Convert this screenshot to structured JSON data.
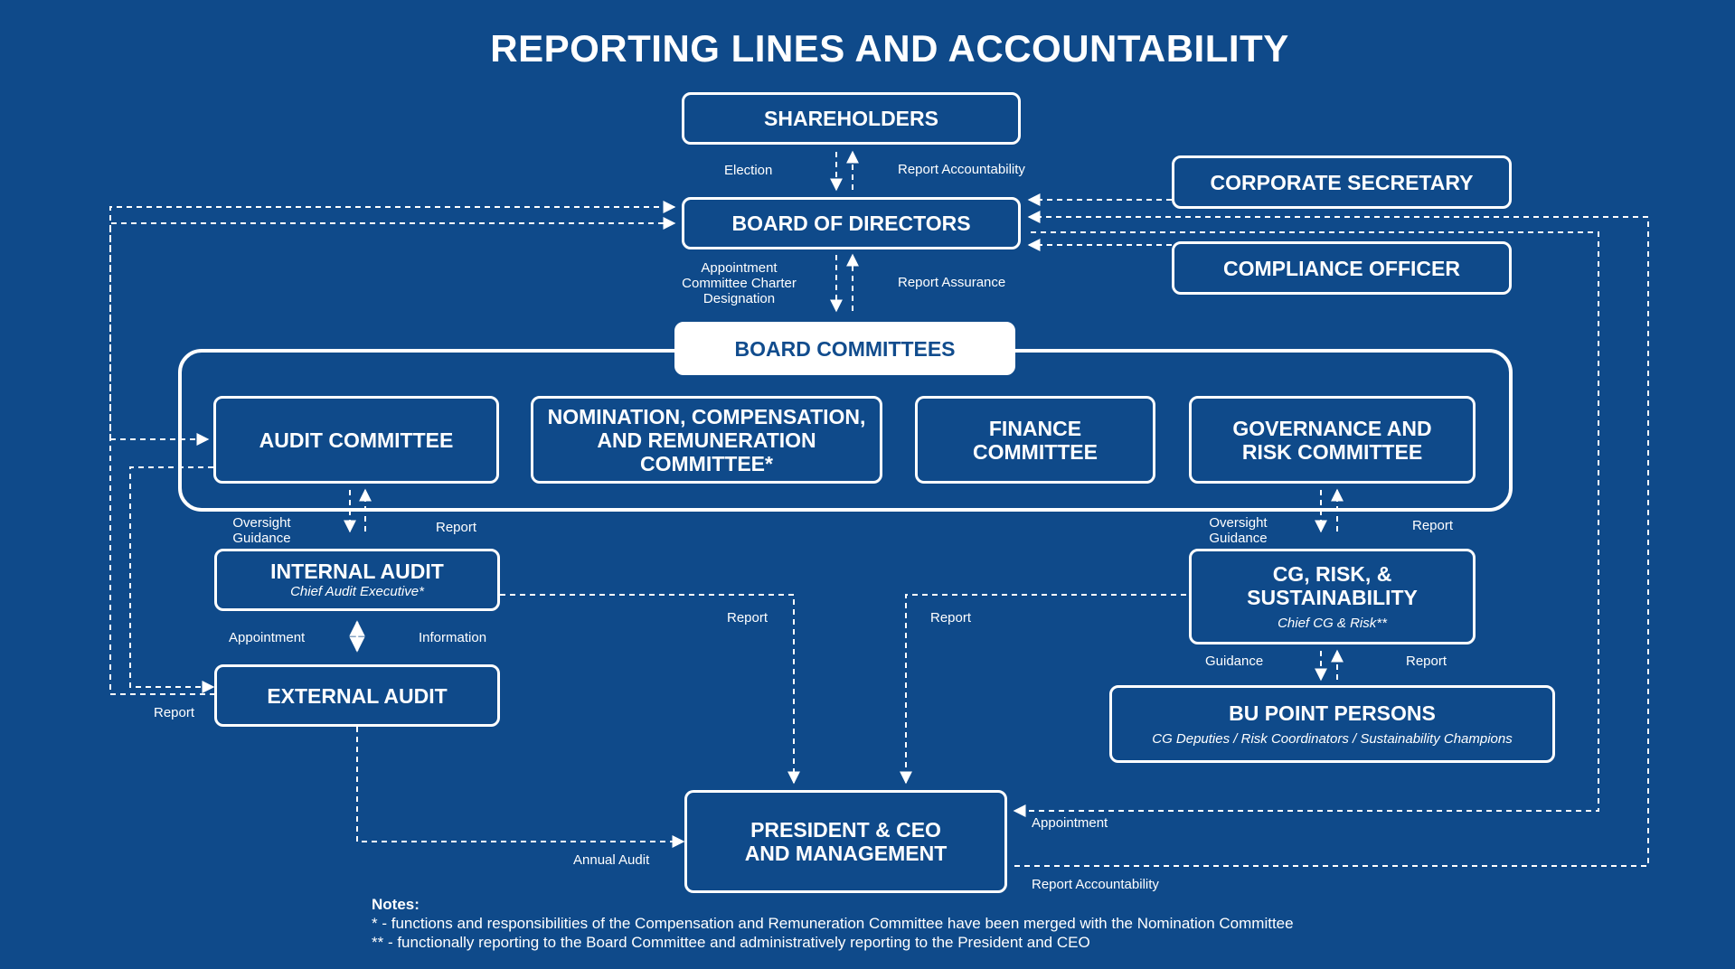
{
  "title": "REPORTING LINES AND ACCOUNTABILITY",
  "nodes": {
    "shareholders": {
      "label": "SHAREHOLDERS"
    },
    "board_of_directors": {
      "label": "BOARD OF DIRECTORS"
    },
    "corporate_secretary": {
      "label": "CORPORATE SECRETARY"
    },
    "compliance_officer": {
      "label": "COMPLIANCE OFFICER"
    },
    "board_committees": {
      "label": "BOARD COMMITTEES"
    },
    "audit_committee": {
      "label": "AUDIT COMMITTEE"
    },
    "nomination_committee": {
      "label": "NOMINATION, COMPENSATION, AND REMUNERATION COMMITTEE*"
    },
    "finance_committee": {
      "label": "FINANCE COMMITTEE"
    },
    "governance_risk_committee": {
      "label": "GOVERNANCE AND RISK COMMITTEE"
    },
    "internal_audit": {
      "label": "INTERNAL AUDIT",
      "sub": "Chief Audit Executive*"
    },
    "external_audit": {
      "label": "EXTERNAL AUDIT"
    },
    "cg_risk_sustainability": {
      "label": "CG, RISK, & SUSTAINABILITY",
      "sub": "Chief CG & Risk**"
    },
    "bu_point_persons": {
      "label": "BU POINT PERSONS",
      "sub": "CG Deputies / Risk Coordinators / Sustainability Champions"
    },
    "president_ceo": {
      "label": "PRESIDENT & CEO AND MANAGEMENT"
    }
  },
  "edge_labels": {
    "election": "Election",
    "report_accountability_top": "Report Accountability",
    "appointment_charter_line1": "Appointment",
    "appointment_charter_line2": "Committee Charter",
    "appointment_charter_line3": "Designation",
    "report_assurance": "Report Assurance",
    "oversight_guidance_left_line1": "Oversight",
    "oversight_guidance_left_line2": "Guidance",
    "report_left": "Report",
    "oversight_guidance_right_line1": "Oversight",
    "oversight_guidance_right_line2": "Guidance",
    "report_right": "Report",
    "appointment_ia_ea": "Appointment",
    "information_ia_ea": "Information",
    "report_ia_ceo": "Report",
    "report_cg_ceo": "Report",
    "guidance_bu": "Guidance",
    "report_bu": "Report",
    "report_external": "Report",
    "annual_audit": "Annual Audit",
    "appointment_ceo": "Appointment",
    "report_accountability_ceo": "Report Accountability"
  },
  "notes": {
    "heading": "Notes:",
    "line1": "* - functions and responsibilities of the Compensation and Remuneration Committee have been merged with the Nomination Committee",
    "line2": "**  - functionally reporting to the Board Committee and administratively reporting to the President and CEO"
  },
  "colors": {
    "background": "#0f4a8a",
    "line": "#ffffff",
    "filled_text": "#114c8d"
  }
}
